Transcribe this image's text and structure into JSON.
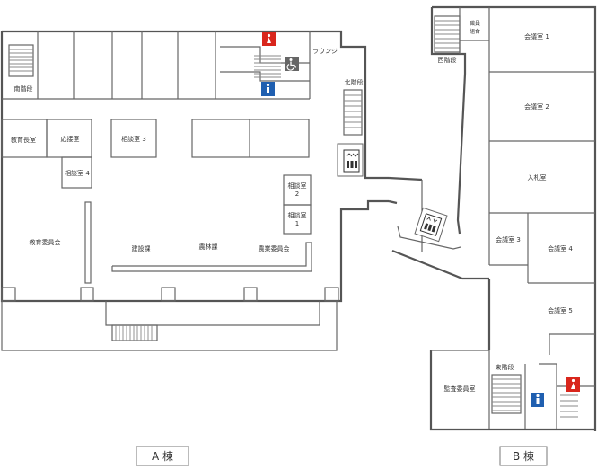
{
  "building_a": {
    "caption": "A 棟",
    "rooms": {
      "south_stairs": "南階段",
      "lounge": "ラウンジ",
      "north_stairs": "北階段",
      "superintendent": "教育長室",
      "reception": "応接室",
      "consult_3": "相談室 3",
      "consult_4": "相談室 4",
      "consult_2": "相談室\n2",
      "consult_1": "相談室\n1",
      "board_of_education": "教育委員会",
      "construction": "建設課",
      "agriculture": "農林課",
      "agri_committee": "農業委員会"
    }
  },
  "building_b": {
    "caption": "B 棟",
    "rooms": {
      "staff_union": "職員\n組合",
      "west_stairs": "西階段",
      "meeting_1": "会議室 1",
      "meeting_2": "会議室 2",
      "bidding": "入札室",
      "consult_3": "会議室 3",
      "meeting_4": "会議室 4",
      "meeting_5": "会議室 5",
      "east_stairs": "東階段",
      "audit": "監査委員室"
    }
  },
  "icons": {
    "toilet_women_color": "#d9261c",
    "toilet_men_color": "#1f5fb0",
    "accessible_color": "#666666",
    "elevator_color": "#333333"
  }
}
